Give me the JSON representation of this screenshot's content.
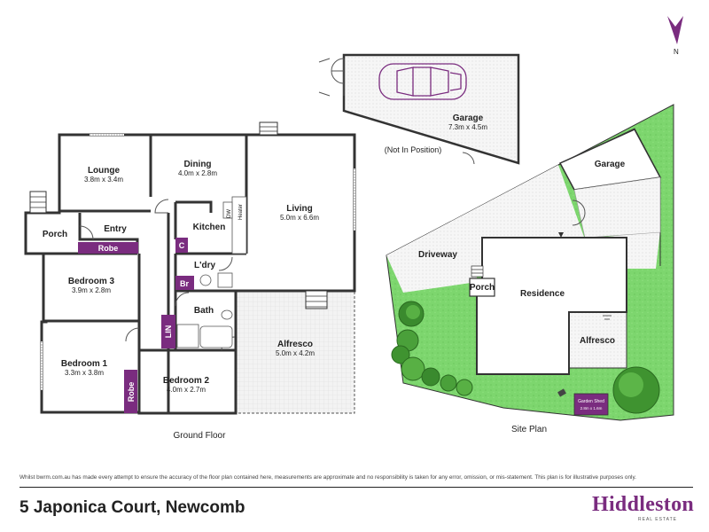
{
  "compass": {
    "label": "N"
  },
  "floor_plan": {
    "title": "Ground Floor",
    "rooms": {
      "lounge": {
        "name": "Lounge",
        "dims": "3.8m x 3.4m"
      },
      "dining": {
        "name": "Dining",
        "dims": "4.0m x 2.8m"
      },
      "living": {
        "name": "Living",
        "dims": "5.0m x 6.6m"
      },
      "kitchen": {
        "name": "Kitchen"
      },
      "entry": {
        "name": "Entry"
      },
      "porch": {
        "name": "Porch"
      },
      "bedroom3": {
        "name": "Bedroom 3",
        "dims": "3.9m x 2.8m"
      },
      "laundry": {
        "name": "L'dry"
      },
      "bath": {
        "name": "Bath"
      },
      "alfresco": {
        "name": "Alfresco",
        "dims": "5.0m x 4.2m"
      },
      "bedroom1": {
        "name": "Bedroom 1",
        "dims": "3.3m x 3.8m"
      },
      "bedroom2": {
        "name": "Bedroom 2",
        "dims": "4.0m x 2.7m"
      }
    },
    "tags": {
      "robe_top": "Robe",
      "robe_side": "Robe",
      "cupboard": "C",
      "broom": "Br",
      "linen": "LIN"
    },
    "appliances": {
      "dishwasher": "DW",
      "heater": "Heater"
    }
  },
  "garage": {
    "name": "Garage",
    "dims": "7.3m x 4.5m",
    "note": "(Not In Position)"
  },
  "site_plan": {
    "title": "Site Plan",
    "garage": "Garage",
    "driveway": "Driveway",
    "porch": "Porch",
    "residence": "Residence",
    "alfresco": "Alfresco",
    "shed": {
      "name": "Garden Shed",
      "dims": "2.8m x 1.6m"
    }
  },
  "disclaimer": "Whilst bwrm.com.au has made every attempt to ensure the accuracy of the floor plan contained here, measurements are approximate and no responsibility is taken for any error, omission, or mis-statement. This plan is for illustrative purposes only.",
  "address": "5 Japonica Court, Newcomb",
  "logo": {
    "name": "Hiddleston",
    "tagline": "REAL ESTATE"
  },
  "colors": {
    "accent": "#7a2c7f",
    "lawn": "#7dd66e",
    "wall": "#333333",
    "paving": "#e9e9e9"
  }
}
